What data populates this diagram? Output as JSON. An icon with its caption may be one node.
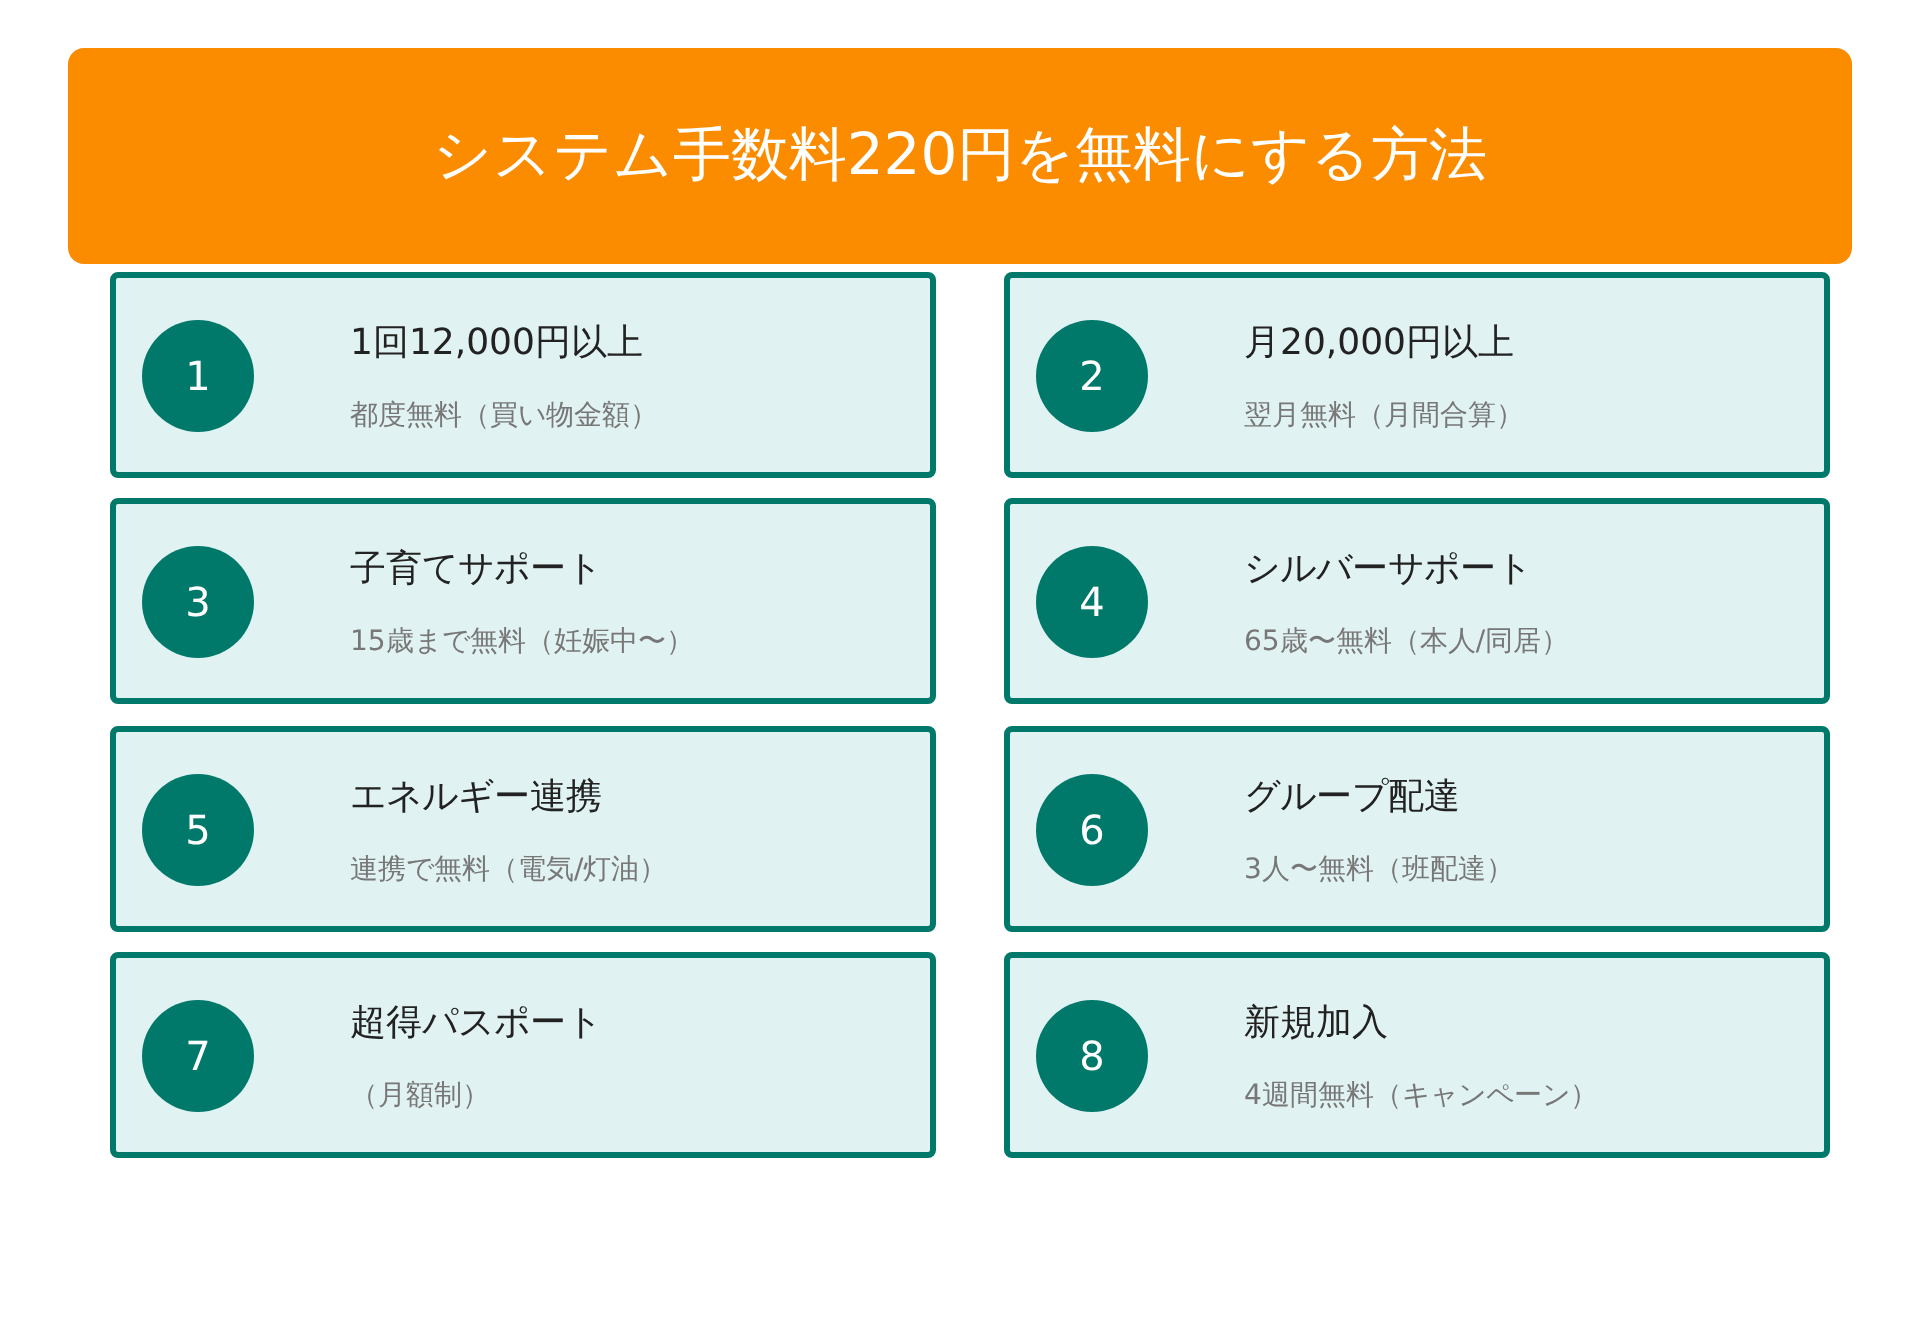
{
  "diagram": {
    "title": "システム手数料220円を無料にする方法",
    "nodes": [
      {
        "text": [
          "1回12,000円以上",
          "都度無料（買い物金額）"
        ]
      },
      {
        "text": [
          "1"
        ],
        "in": 0
      },
      {
        "text": [
          "月20,000円以上",
          "翌月無料（月間合算）"
        ]
      },
      {
        "text": [
          "2"
        ],
        "in": 2
      },
      {
        "text": [
          "子育てサポート",
          "15歳まで無料（妊娠中〜）"
        ]
      },
      {
        "text": [
          "3"
        ],
        "in": 4
      },
      {
        "text": [
          "シルバーサポート",
          "65歳〜無料（本人/同居）"
        ]
      },
      {
        "text": [
          "4"
        ],
        "in": 6
      },
      {
        "text": [
          "エネルギー連携",
          "連携で無料（電気/灯油）"
        ]
      },
      {
        "text": [
          "5"
        ],
        "in": 8
      },
      {
        "text": [
          "グループ配達",
          "3人〜無料（班配達）"
        ]
      },
      {
        "text": [
          "6"
        ],
        "in": 10
      },
      {
        "text": [
          "超得パスポート",
          "（月額制）"
        ]
      },
      {
        "text": [
          "7"
        ],
        "in": 12
      },
      {
        "text": [
          "新規加入",
          "4週間無料（キャンペーン）"
        ]
      },
      {
        "text": [
          "8"
        ],
        "in": 14
      }
    ]
  }
}
